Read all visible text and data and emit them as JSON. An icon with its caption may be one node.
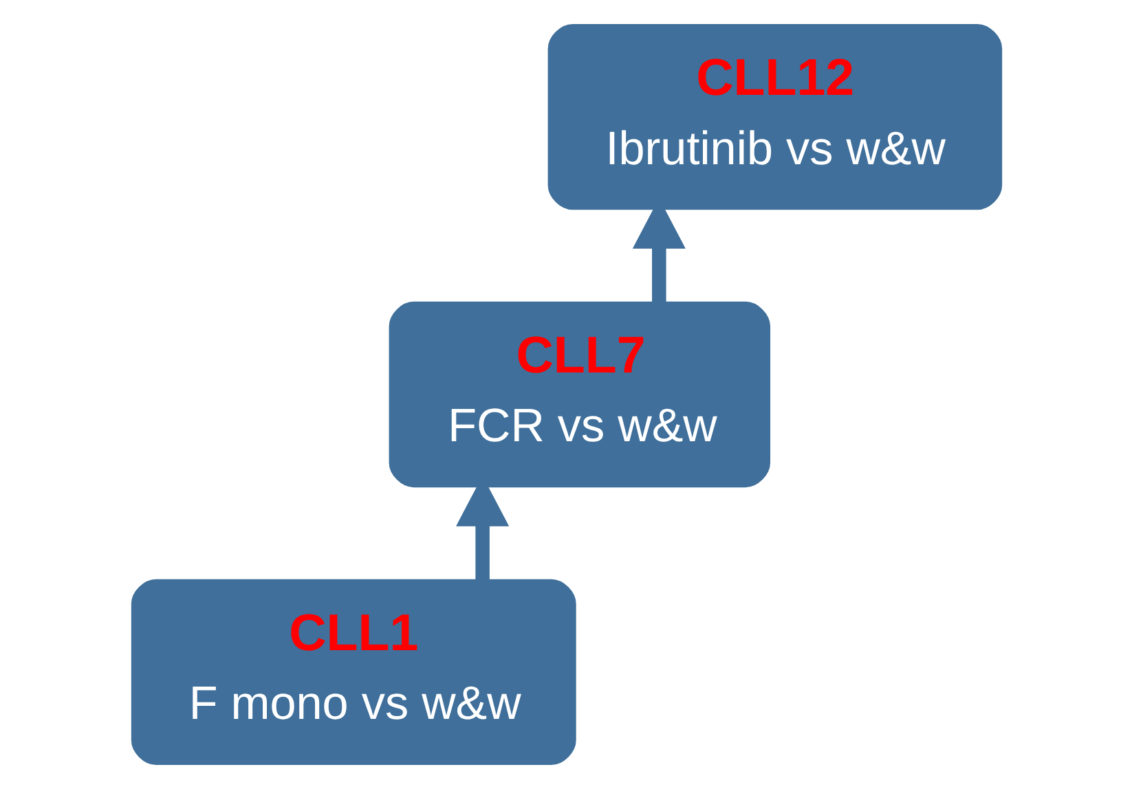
{
  "diagram": {
    "nodes": [
      {
        "text": [
          "CLL1",
          "F mono vs w&w"
        ]
      },
      {
        "text": [
          "CLL7",
          "FCR vs w&w"
        ]
      },
      {
        "text": [
          "CLL12",
          "Ibrutinib vs w&w"
        ]
      }
    ],
    "edges": [
      {
        "from": 0,
        "to": 1,
        "arrow": "to"
      },
      {
        "from": 1,
        "to": 2,
        "arrow": "to"
      }
    ]
  }
}
